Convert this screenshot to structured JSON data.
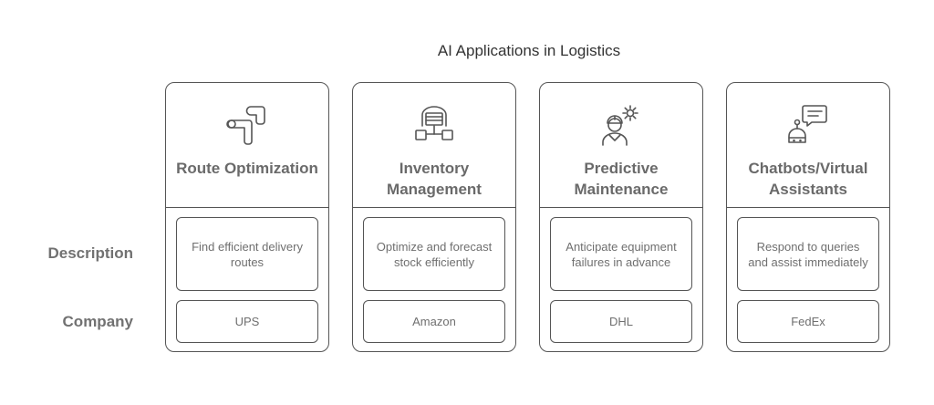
{
  "title": "AI Applications in Logistics",
  "row_labels": {
    "description": "Description",
    "company": "Company"
  },
  "cards": [
    {
      "title": "Route Optimization",
      "icon": "route-icon",
      "description": "Find efficient delivery routes",
      "company": "UPS"
    },
    {
      "title": "Inventory Management",
      "icon": "warehouse-icon",
      "description": "Optimize and forecast stock efficiently",
      "company": "Amazon"
    },
    {
      "title": "Predictive Maintenance",
      "icon": "worker-gear-icon",
      "description": "Anticipate equipment failures in advance",
      "company": "DHL"
    },
    {
      "title": "Chatbots/Virtual Assistants",
      "icon": "chatbot-icon",
      "description": "Respond to queries and assist immediately",
      "company": "FedEx"
    }
  ]
}
